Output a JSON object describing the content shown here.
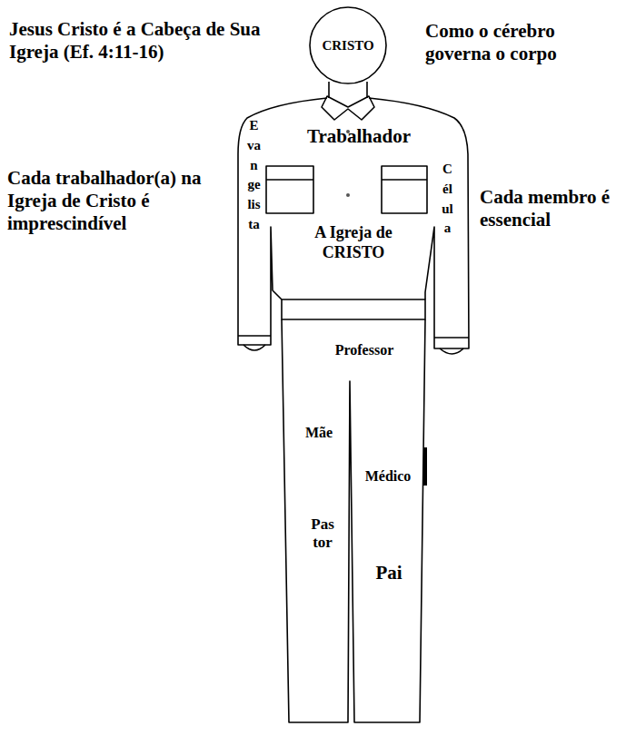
{
  "diagram": {
    "title": "Jesus Cristo é a Cabeça de Sua Igreja (Ef. 4:11-16)",
    "nodes": [
      {
        "text": [
          "CRISTO"
        ]
      }
    ],
    "labels": [
      "Como o cérebro governa o corpo",
      "Trabalhador",
      "Evangelista",
      "Célula",
      "Cada trabalhador(a) na Igreja de Cristo é imprescindível",
      "Cada membro é essencial",
      "A Igreja de CRISTO",
      "Professor",
      "Mãe",
      "Médico",
      "Pas tor",
      "Pai"
    ]
  }
}
